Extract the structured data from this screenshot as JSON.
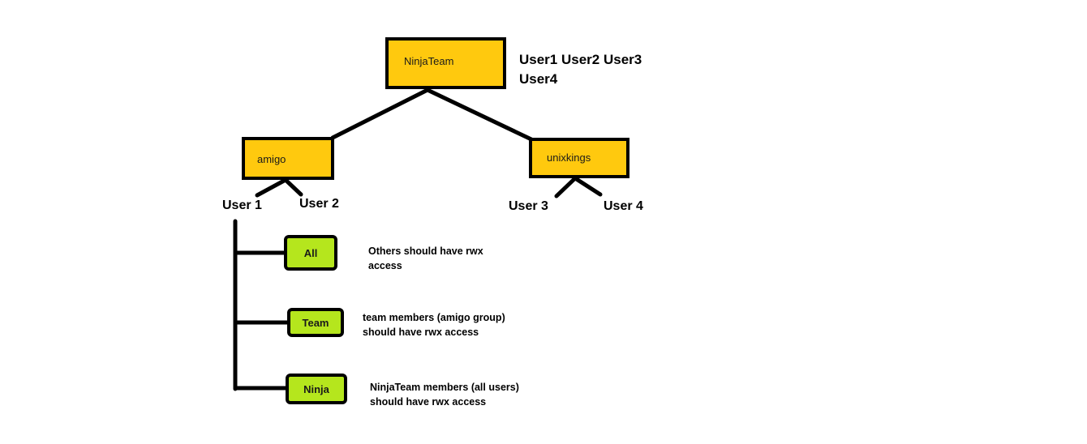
{
  "nodes": {
    "top": "NinjaTeam",
    "left": "amigo",
    "right": "unixkings"
  },
  "top_members": "User1 User2 User3 User4",
  "users": {
    "u1": "User 1",
    "u2": "User 2",
    "u3": "User 3",
    "u4": "User 4"
  },
  "perms": [
    {
      "label": "All",
      "desc": "Others should have rwx access"
    },
    {
      "label": "Team",
      "desc": "team members (amigo group) should have rwx access"
    },
    {
      "label": "Ninja",
      "desc": "NinjaTeam members (all users) should have rwx access"
    }
  ],
  "colors": {
    "group_fill": "#ffc90e",
    "perm_fill": "#b5e61d",
    "line": "#000000"
  }
}
